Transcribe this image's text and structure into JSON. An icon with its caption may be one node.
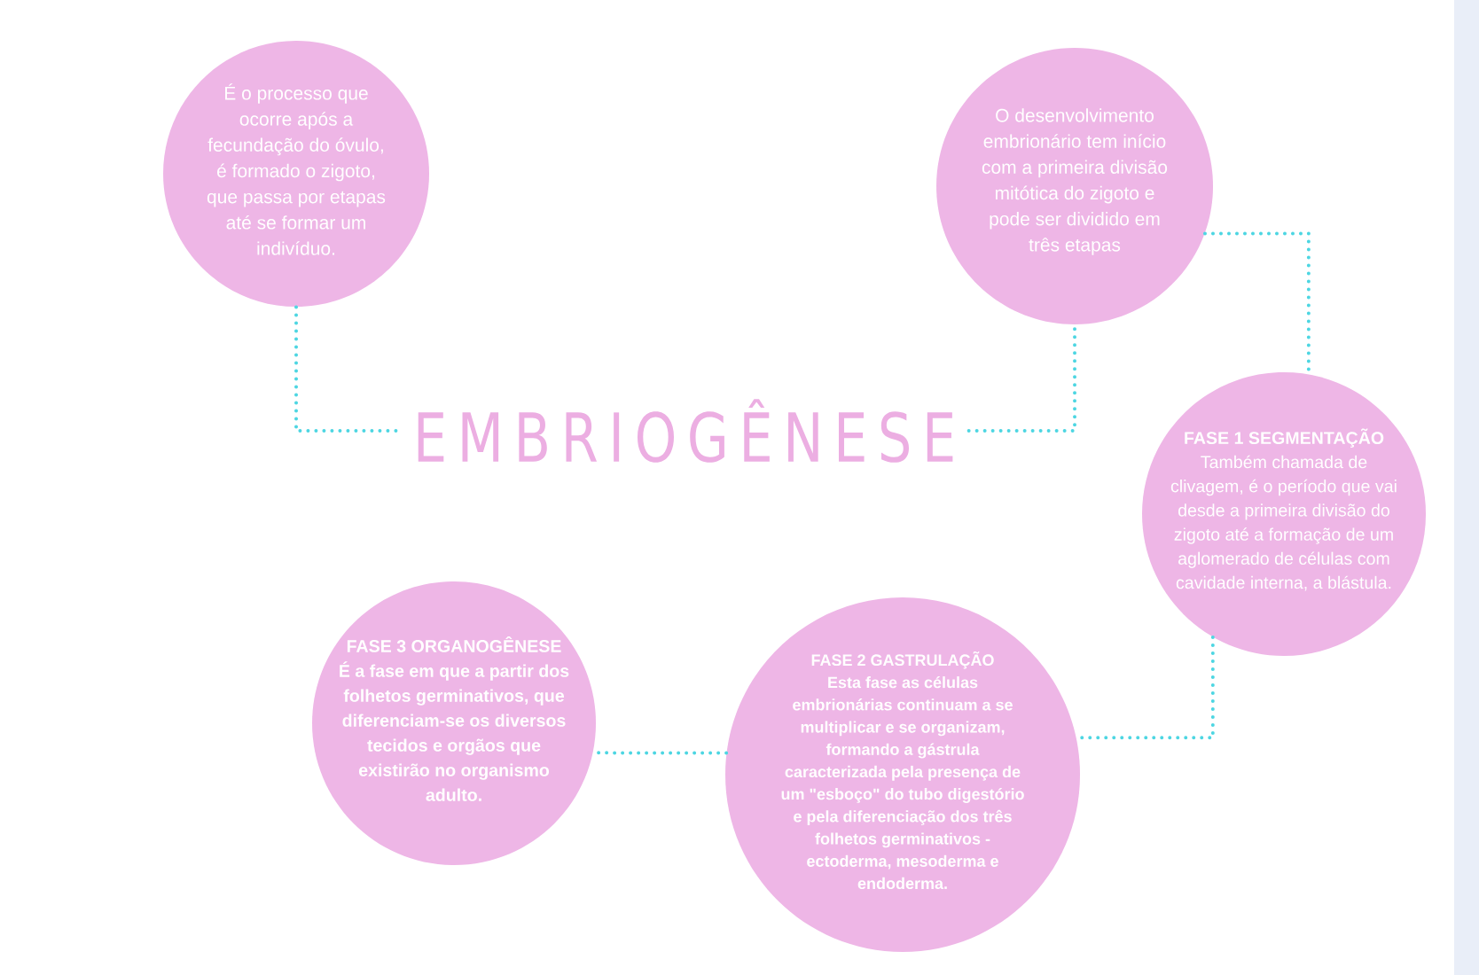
{
  "diagram": {
    "nodes": [
      {
        "text": [
          "É o processo que ocorre após a fecundação do óvulo, é formado o zigoto, que passa por etapas até se formar um indivíduo."
        ]
      },
      {
        "text": [
          "EMBRIOGÊNESE"
        ]
      },
      {
        "text": [
          "O desenvolvimento embrionário tem início com a primeira divisão mitótica do zigoto e pode ser dividido em três etapas"
        ]
      },
      {
        "text": [
          "FASE 1  SEGMENTAÇÃO",
          "Também chamada de clivagem, é o período que vai desde a primeira divisão do zigoto até a formação de um aglomerado de células com cavidade interna, a blástula."
        ]
      },
      {
        "text": [
          "FASE 2 GASTRULAÇÃO",
          "Esta fase as células embrionárias continuam a se multiplicar e se organizam, formando a gástrula caracterizada pela presença de um \"esboço\" do tubo digestório e pela diferenciação dos três folhetos germinativos - ectoderma, mesoderma e endoderma."
        ]
      },
      {
        "text": [
          "FASE 3 ORGANOGÊNESE",
          "É a fase em que a partir dos folhetos germinativos, que diferenciam-se os diversos tecidos e orgãos que existirão no organismo adulto."
        ]
      }
    ],
    "edges": [
      {
        "from": 0,
        "to": 1,
        "arrow": "none"
      },
      {
        "from": 1,
        "to": 2,
        "arrow": "none"
      },
      {
        "from": 2,
        "to": 3,
        "arrow": "none"
      },
      {
        "from": 3,
        "to": 4,
        "arrow": "none"
      },
      {
        "from": 4,
        "to": 5,
        "arrow": "none"
      }
    ]
  }
}
